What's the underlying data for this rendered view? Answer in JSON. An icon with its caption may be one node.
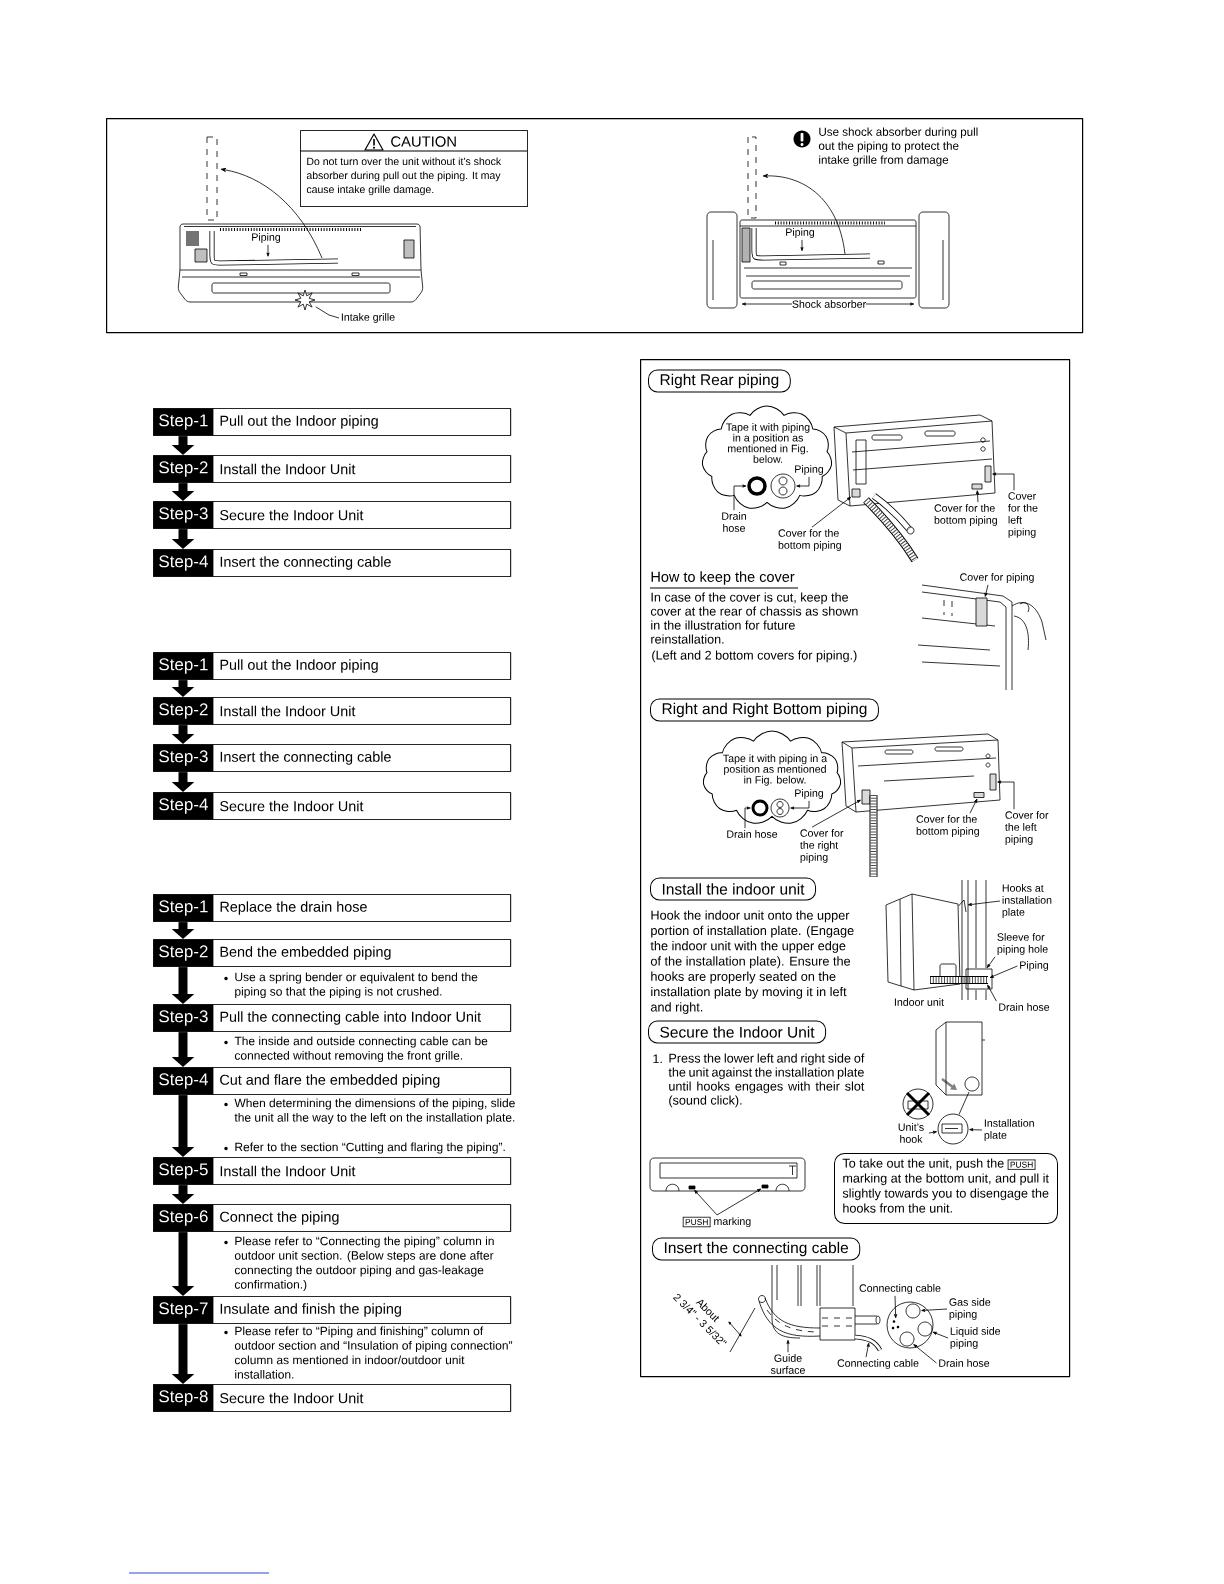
{
  "diagram": {
    "nodes": [
      {
        "text": [],
        "shape": "box"
      },
      {
        "text": [
          "CAUTION",
          "Do not turn over the unit without it’s shock absorber during pull out the piping. It may cause intake grille damage."
        ],
        "in": 0
      },
      {
        "text": [],
        "shape": "picture",
        "in": 0
      },
      {
        "text": [
          "Piping"
        ],
        "in": 2
      },
      {
        "text": [],
        "shape": "picture",
        "in": 2
      },
      {
        "text": [
          "Intake grille"
        ],
        "in": 0
      },
      {
        "text": [],
        "shape": "picture",
        "in": 0
      },
      {
        "text": [
          "Piping"
        ],
        "in": 6
      },
      {
        "text": [
          "Step-1",
          "Pull out the Indoor piping"
        ]
      },
      {
        "text": [
          "Step-2",
          "Install the Indoor Unit"
        ]
      },
      {
        "text": [
          "Step-3",
          "Secure the Indoor Unit"
        ]
      },
      {
        "text": [
          "Step-4",
          "Insert the connecting cable"
        ]
      },
      {
        "text": [
          "Step-1",
          "Pull out the Indoor piping"
        ]
      },
      {
        "text": [
          "Step-2",
          "Install the Indoor Unit"
        ]
      },
      {
        "text": [
          "Step-3",
          "Insert the connecting cable"
        ]
      },
      {
        "text": [
          "Step-4",
          "Secure the Indoor Unit"
        ]
      },
      {
        "text": [
          "Step-1",
          "Replace the drain hose"
        ]
      },
      {
        "text": [
          "Step-2",
          "Bend the embedded piping"
        ],
        "beside": [
          "Use a spring bender or equivalent to bend the piping so that the piping is not crushed."
        ]
      },
      {
        "text": [
          "Step-3",
          "Pull the connecting cable into Indoor Unit"
        ],
        "beside": [
          "The inside and outside connecting cable can be connected without removing the front grille."
        ]
      },
      {
        "text": [
          "Step-4",
          "Cut and flare the embedded piping"
        ],
        "beside": [
          "When determining the dimensions of the piping, slide the unit all the way to the left on the installation plate."
        ]
      },
      {
        "text": [
          "Step-5",
          "Install the Indoor Unit"
        ]
      },
      {
        "text": [
          "Step-6",
          "Connect the piping"
        ],
        "beside": [
          "Please refer to “Connecting the piping” column in outdoor unit section. (Below steps are done after connecting the outdoor piping and gas-leakage confirmation.)"
        ]
      },
      {
        "text": [
          "Step-7",
          "Insulate and finish the piping"
        ],
        "beside": [
          "Please refer to “Piping and finishing” column of outdoor section and “Insulation of piping connection” column as mentioned in indoor/outdoor unit installation."
        ]
      },
      {
        "text": [
          "Step-8",
          "Secure the Indoor Unit"
        ]
      },
      {
        "text": [],
        "shape": "box"
      },
      {
        "text": [
          "Right Rear piping"
        ],
        "in": 24
      },
      {
        "text": [
          "Tape it with piping in a position as mentioned in Fig. below."
        ],
        "in": 24
      },
      {
        "text": [],
        "shape": "circle",
        "in": 26
      },
      {
        "text": [],
        "shape": "circle",
        "in": 26
      },
      {
        "text": [
          "Piping"
        ],
        "in": 26
      },
      {
        "text": [
          "Drain hose"
        ],
        "in": 24
      },
      {
        "text": [],
        "shape": "picture",
        "in": 24
      },
      {
        "text": [],
        "shape": "box",
        "in": 31
      },
      {
        "text": [],
        "shape": "box",
        "in": 31
      },
      {
        "text": [],
        "shape": "box",
        "in": 31
      },
      {
        "text": [
          "Cover for the bottom piping"
        ],
        "in": 24
      },
      {
        "text": [
          "Cover for the bottom piping"
        ],
        "in": 24
      },
      {
        "text": [
          "Cover for the left piping"
        ],
        "in": 24
      },
      {
        "text": [
          "Cover for piping"
        ],
        "in": 24
      },
      {
        "text": [],
        "shape": "picture",
        "in": 24
      },
      {
        "text": [],
        "shape": "box",
        "in": 39
      },
      {
        "text": [
          "Right and Right Bottom piping"
        ],
        "in": 24
      },
      {
        "text": [
          "Tape it with piping in a position as mentioned in Fig. below."
        ],
        "in": 24
      },
      {
        "text": [],
        "shape": "circle",
        "in": 42
      },
      {
        "text": [],
        "shape": "circle",
        "in": 42
      },
      {
        "text": [
          "Piping"
        ],
        "in": 42
      },
      {
        "text": [
          "Drain hose"
        ],
        "in": 24
      },
      {
        "text": [],
        "shape": "picture",
        "in": 24
      },
      {
        "text": [],
        "shape": "box",
        "in": 47
      },
      {
        "text": [],
        "shape": "box",
        "in": 47
      },
      {
        "text": [],
        "shape": "box",
        "in": 47
      },
      {
        "text": [],
        "shape": "picture",
        "in": 24
      },
      {
        "text": [
          "Cover for the right piping"
        ],
        "in": 24
      },
      {
        "text": [
          "Cover for the bottom piping"
        ],
        "in": 24
      },
      {
        "text": [
          "Cover for the left piping"
        ],
        "in": 24
      },
      {
        "text": [
          "Install the indoor unit"
        ],
        "in": 24
      },
      {
        "text": [],
        "shape": "picture",
        "in": 24,
        "beside": [
          "Indoor unit"
        ]
      },
      {
        "text": [],
        "shape": "picture",
        "in": 24
      },
      {
        "text": [],
        "shape": "picture",
        "in": 24
      },
      {
        "text": [],
        "shape": "picture",
        "in": 24
      },
      {
        "text": [],
        "shape": "box",
        "in": 24
      },
      {
        "text": [
          "Hooks at installation plate"
        ],
        "in": 24
      },
      {
        "text": [
          "Sleeve for piping hole"
        ],
        "in": 24
      },
      {
        "text": [
          "Piping"
        ],
        "in": 24
      },
      {
        "text": [
          "Drain hose"
        ],
        "in": 24
      },
      {
        "text": [
          "Secure the Indoor Unit"
        ],
        "in": 24
      },
      {
        "text": [],
        "shape": "picture",
        "in": 24
      },
      {
        "text": [],
        "shape": "circle",
        "in": 24
      },
      {
        "text": [],
        "shape": "circle",
        "in": 24
      },
      {
        "text": [
          "Unit’s hook"
        ],
        "in": 24
      },
      {
        "text": [
          "Installation plate"
        ],
        "in": 24
      },
      {
        "text": [],
        "shape": "picture",
        "in": 24
      },
      {
        "text": [],
        "shape": "box",
        "in": 71
      },
      {
        "text": [],
        "shape": "box",
        "in": 71
      },
      {
        "text": [
          "PUSH",
          "marking"
        ],
        "in": 24
      },
      {
        "text": [
          "To take out the unit, push the",
          "PUSH",
          "marking at the bottom unit, and pull it slightly towards you to disengage the hooks from the unit."
        ],
        "in": 24
      },
      {
        "text": [
          "Insert the connecting cable"
        ],
        "in": 24
      },
      {
        "text": [],
        "shape": "picture",
        "in": 24
      },
      {
        "text": [],
        "shape": "picture",
        "in": 24
      },
      {
        "text": [],
        "shape": "circle",
        "in": 24
      },
      {
        "text": [],
        "shape": "picture",
        "in": 79
      },
      {
        "text": [],
        "shape": "circle",
        "in": 79
      },
      {
        "text": [],
        "shape": "circle",
        "in": 79
      },
      {
        "text": [],
        "shape": "circle",
        "in": 79
      },
      {
        "text": [
          "Connecting cable"
        ],
        "in": 24
      },
      {
        "text": [
          "Gas side piping"
        ],
        "in": 24
      },
      {
        "text": [
          "Liquid side piping"
        ],
        "in": 24
      },
      {
        "text": [
          "Guide surface"
        ],
        "in": 24
      },
      {
        "text": [
          "Connecting cable"
        ],
        "in": 24
      },
      {
        "text": [
          "Drain hose"
        ],
        "in": 24
      }
    ],
    "edges": [
      {
        "from": 8,
        "to": 9,
        "arrow": "to",
        "style": "thick"
      },
      {
        "from": 9,
        "to": 10,
        "arrow": "to",
        "style": "thick"
      },
      {
        "from": 10,
        "to": 11,
        "arrow": "to",
        "style": "thick"
      },
      {
        "from": 12,
        "to": 13,
        "arrow": "to",
        "style": "thick"
      },
      {
        "from": 13,
        "to": 14,
        "arrow": "to",
        "style": "thick"
      },
      {
        "from": 14,
        "to": 15,
        "arrow": "to",
        "style": "thick"
      },
      {
        "from": 16,
        "to": 17,
        "arrow": "to",
        "style": "thick"
      },
      {
        "from": 17,
        "to": 18,
        "arrow": "to",
        "style": "thick"
      },
      {
        "from": 18,
        "to": 19,
        "arrow": "to",
        "style": "thick"
      },
      {
        "from": 19,
        "to": 20,
        "arrow": "to",
        "style": "thick"
      },
      {
        "from": 20,
        "to": 21,
        "arrow": "to",
        "style": "thick"
      },
      {
        "from": 21,
        "to": 22,
        "arrow": "to",
        "style": "thick"
      },
      {
        "from": 22,
        "to": 23,
        "arrow": "to",
        "style": "thick"
      },
      {
        "from": 3,
        "to": 2,
        "arrow": "to"
      },
      {
        "from": 5,
        "to": 4,
        "arrow": "none"
      },
      {
        "from": 7,
        "to": 6,
        "arrow": "to"
      },
      {
        "from": 29,
        "to": 28,
        "arrow": "to"
      },
      {
        "from": 30,
        "to": 27,
        "arrow": "to"
      },
      {
        "from": 35,
        "to": 32,
        "arrow": "to"
      },
      {
        "from": 36,
        "to": 33,
        "arrow": "to"
      },
      {
        "from": 37,
        "to": 34,
        "arrow": "to"
      },
      {
        "from": 38,
        "to": 40,
        "arrow": "to"
      },
      {
        "from": 45,
        "to": 44,
        "arrow": "to"
      },
      {
        "from": 46,
        "to": 43,
        "arrow": "to"
      },
      {
        "from": 52,
        "to": 48,
        "arrow": "to"
      },
      {
        "from": 53,
        "to": 49,
        "arrow": "to"
      },
      {
        "from": 54,
        "to": 50,
        "arrow": "to"
      },
      {
        "from": 61,
        "to": 58,
        "arrow": "to"
      },
      {
        "from": 62,
        "to": 60,
        "arrow": "to"
      },
      {
        "from": 63,
        "to": 57,
        "arrow": "to"
      },
      {
        "from": 64,
        "to": 57,
        "arrow": "to"
      },
      {
        "from": 69,
        "to": 68,
        "arrow": "to"
      },
      {
        "from": 70,
        "to": 68,
        "arrow": "to"
      },
      {
        "from": 74,
        "to": 72,
        "arrow": "to"
      },
      {
        "from": 74,
        "to": 73,
        "arrow": "to"
      },
      {
        "from": 84,
        "to": 80,
        "arrow": "to"
      },
      {
        "from": 85,
        "to": 81,
        "arrow": "to"
      },
      {
        "from": 86,
        "to": 82,
        "arrow": "to"
      },
      {
        "from": 87,
        "to": 77,
        "arrow": "to"
      },
      {
        "from": 88,
        "to": 78,
        "arrow": "to"
      },
      {
        "from": 89,
        "to": 83,
        "arrow": "to"
      }
    ],
    "labels": [
      "Use shock absorber during pull out the piping to protect the intake grille from damage",
      "Shock absorber",
      "Refer to the section “Cutting and flaring the piping”.",
      "How to keep the cover",
      "In case of the cover is cut, keep the cover at the rear of chassis as shown in the illustration for future reinstallation.",
      "(Left and 2 bottom covers for piping.)",
      "Hook the indoor unit onto the upper portion of installation plate. (Engage the indoor unit with the upper edge of the installation plate). Ensure the hooks are properly seated on the installation plate by moving it in left and right.",
      "1.",
      "Press the lower left and right side of the unit against the installation plate until hooks engages with their slot (sound click).",
      "About",
      "2 3/4\" - 3 5/32\""
    ]
  }
}
